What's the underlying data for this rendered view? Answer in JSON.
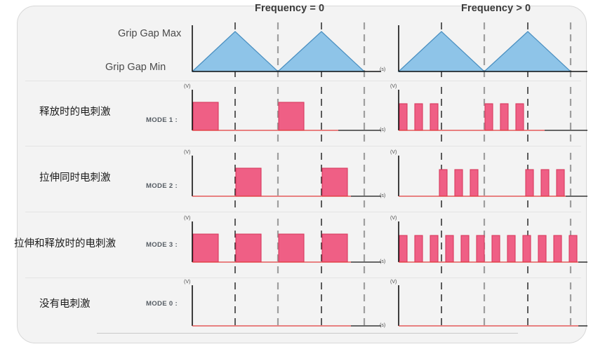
{
  "headers": {
    "left": "Frequency = 0",
    "right": "Frequency > 0"
  },
  "axis_labels": {
    "grip_gap_max": "Grip Gap Max",
    "grip_gap_min": "Grip Gap Min",
    "voltage_unit": "(V)",
    "time_unit": "(s)"
  },
  "rows": [
    {
      "id": "gap",
      "description": "",
      "mode": "",
      "signal": "triangle"
    },
    {
      "id": "mode1",
      "description": "释放时的电刺激",
      "mode": "MODE 1 :",
      "signal": "pulse"
    },
    {
      "id": "mode2",
      "description": "拉伸同时电刺激",
      "mode": "MODE 2 :",
      "signal": "pulse"
    },
    {
      "id": "mode3",
      "description": "拉伸和释放时的电刺激",
      "mode": "MODE 3 :",
      "signal": "pulse"
    },
    {
      "id": "mode0",
      "description": "没有电刺激",
      "mode": "MODE 0 :",
      "signal": "flat"
    }
  ],
  "colors": {
    "wave_fill": "#8ec4e8",
    "wave_stroke": "#4a8fc0",
    "pulse_fill": "#ef5f85",
    "pulse_stroke": "#d83b5e",
    "baseline": "#e23b3b",
    "axis": "#111111",
    "dash_dark": "#1b1b1b",
    "dash_gray": "#9e9e9e",
    "panel_bg": "#f3f3f3"
  },
  "chart_data": {
    "type": "line",
    "title": "Electrical stimulation timing modes vs. grip gap waveform",
    "xlabel": "(s)",
    "ylabel": "(V)",
    "panels": [
      {
        "name": "Frequency = 0",
        "grip_gap": {
          "type": "triangle",
          "cycles": 2,
          "min_label": "Grip Gap Min",
          "max_label": "Grip Gap Max",
          "peaks_at": [
            0.25,
            0.75
          ],
          "valleys_at": [
            0.0,
            0.5,
            1.0
          ]
        },
        "modes": {
          "MODE 1": {
            "description": "stimulation during release",
            "pulses": [
              [
                0.0,
                0.125
              ],
              [
                0.5,
                0.625
              ]
            ]
          },
          "MODE 2": {
            "description": "stimulation during stretch",
            "pulses": [
              [
                0.25,
                0.375
              ],
              [
                0.75,
                0.875
              ]
            ]
          },
          "MODE 3": {
            "description": "stimulation during stretch and release",
            "pulses": [
              [
                0.0,
                0.125
              ],
              [
                0.25,
                0.375
              ],
              [
                0.5,
                0.625
              ],
              [
                0.75,
                0.875
              ]
            ]
          },
          "MODE 0": {
            "description": "no stimulation",
            "pulses": []
          }
        }
      },
      {
        "name": "Frequency > 0",
        "grip_gap": {
          "type": "triangle",
          "cycles": 2,
          "min_label": "Grip Gap Min",
          "max_label": "Grip Gap Max",
          "peaks_at": [
            0.25,
            0.75
          ],
          "valleys_at": [
            0.0,
            0.5,
            1.0
          ]
        },
        "modes": {
          "MODE 1": {
            "description": "burst of 3 pulses during release",
            "bursts": 2,
            "pulses_per_burst": 3
          },
          "MODE 2": {
            "description": "burst of 3 pulses during stretch",
            "bursts": 2,
            "pulses_per_burst": 3
          },
          "MODE 3": {
            "description": "continuous pulse train",
            "bursts": 1,
            "pulses_per_burst": 12
          },
          "MODE 0": {
            "description": "no stimulation",
            "bursts": 0,
            "pulses_per_burst": 0
          }
        }
      }
    ]
  }
}
